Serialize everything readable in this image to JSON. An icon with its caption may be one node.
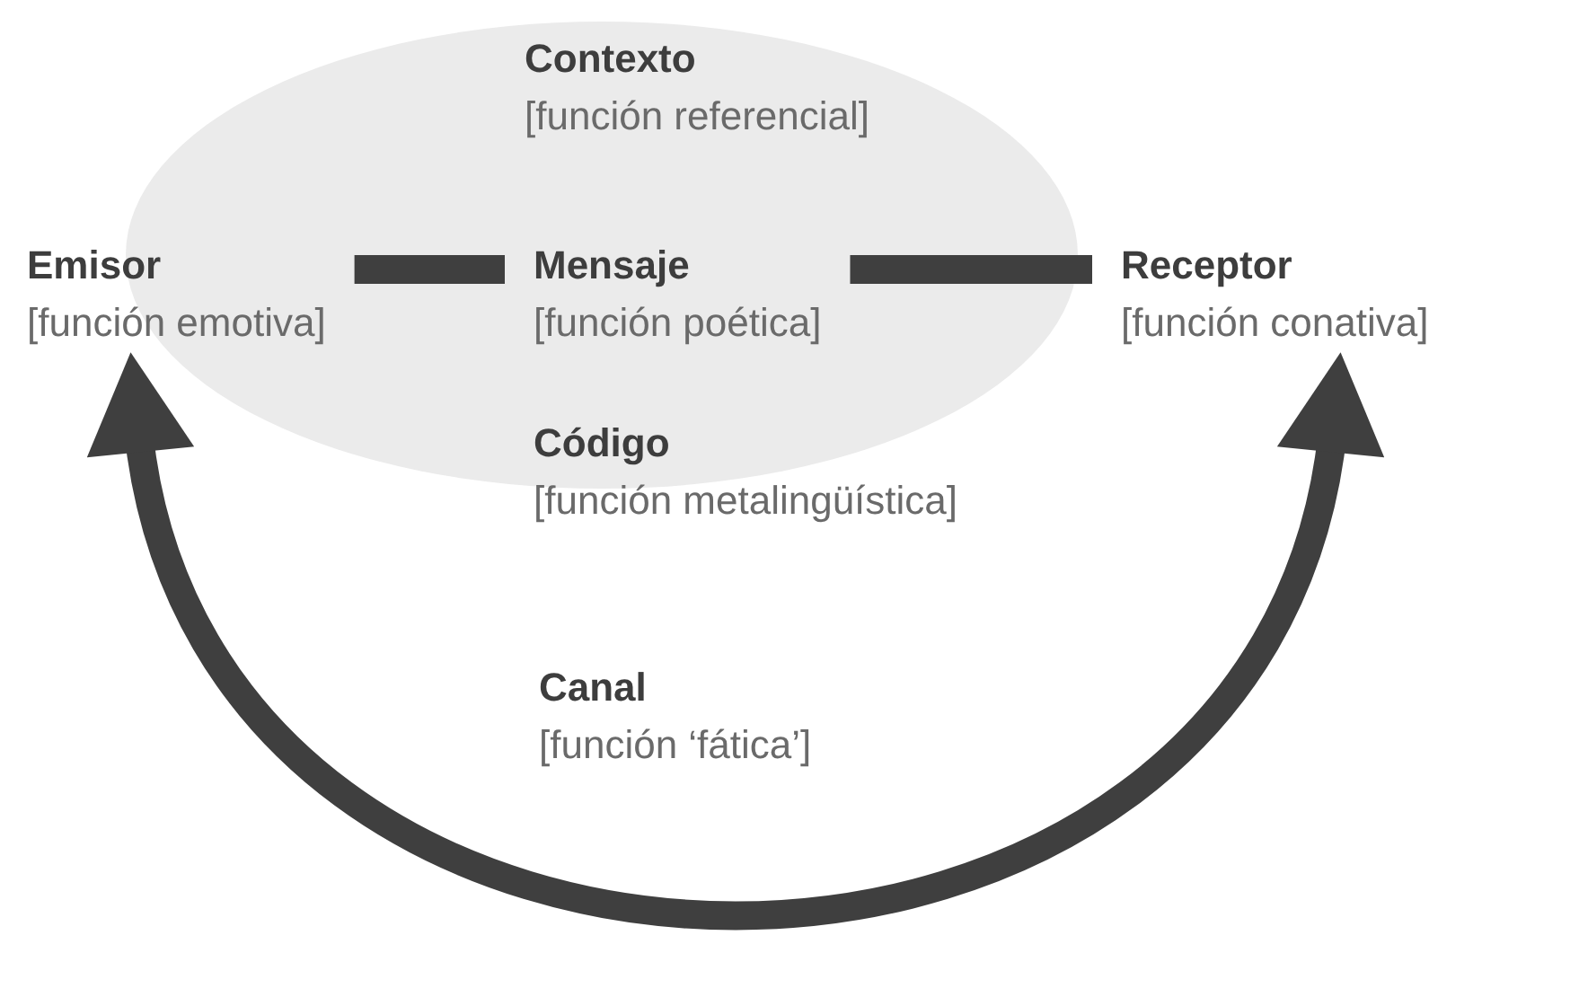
{
  "diagram": {
    "nodes": [
      {
        "text": [],
        "shape": "ellipse"
      },
      {
        "text": [
          "Contexto",
          "[función referencial]"
        ],
        "in": 0
      },
      {
        "text": [
          "Emisor",
          "[función emotiva]"
        ]
      },
      {
        "text": [
          "Mensaje",
          "[función poética]"
        ],
        "in": 0
      },
      {
        "text": [
          "Receptor",
          "[función conativa]"
        ]
      },
      {
        "text": [
          "Código",
          "[función metalingüística]"
        ],
        "in": 0
      },
      {
        "text": [
          "Canal",
          "[función ‘fática’]"
        ]
      }
    ],
    "edges": [
      {
        "from": 2,
        "to": 3,
        "arrow": "none"
      },
      {
        "from": 3,
        "to": 4,
        "arrow": "none"
      },
      {
        "from": 2,
        "to": 4,
        "arrow": "both"
      }
    ]
  }
}
